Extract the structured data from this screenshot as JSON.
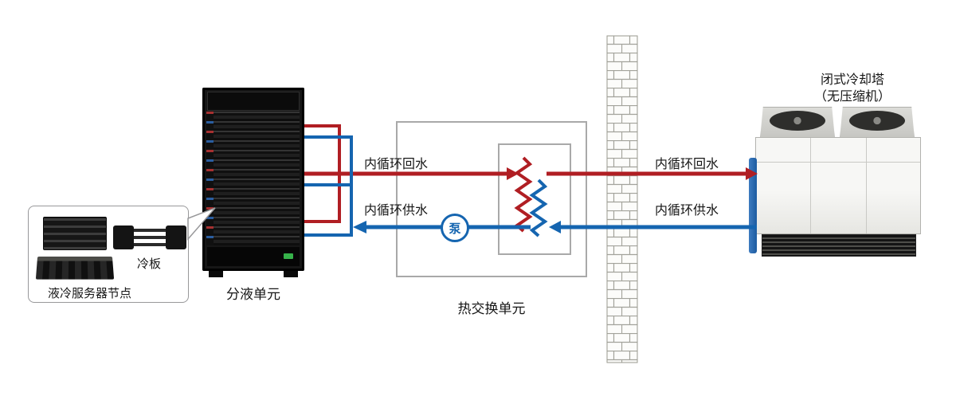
{
  "callout": {
    "cold_plate_label": "冷板",
    "server_node_label": "液冷服务器节点"
  },
  "rack": {
    "label": "分液单元"
  },
  "heat_exchange": {
    "label": "热交换单元",
    "pump_label": "泵"
  },
  "cooling_tower": {
    "label_line1": "闭式冷却塔",
    "label_line2": "（无压缩机）"
  },
  "pipe_labels": {
    "indoor_return": "内循环回水",
    "indoor_supply": "内循环供水",
    "outdoor_return": "内循环回水",
    "outdoor_supply": "内循环供水"
  },
  "colors": {
    "hot_loop": "#b01e23",
    "cold_loop": "#1565b0",
    "box_outline": "#a9a9a9"
  }
}
